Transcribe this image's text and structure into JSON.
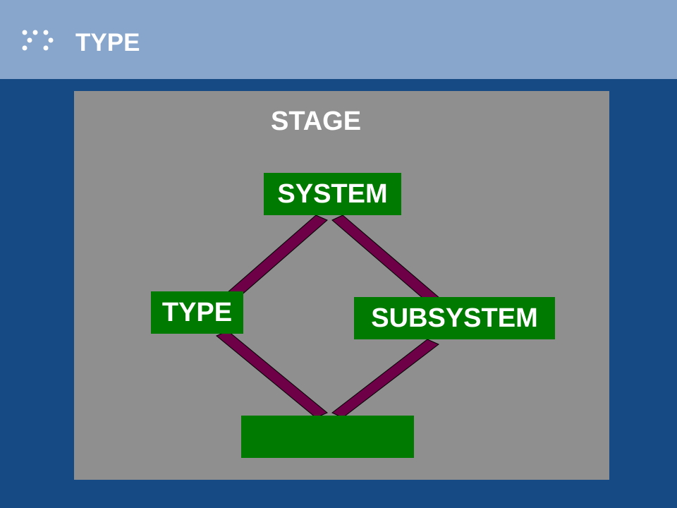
{
  "header": {
    "title": "TYPE",
    "icon": "dots-icon"
  },
  "diagram": {
    "stage_label": "STAGE",
    "nodes": {
      "system": "SYSTEM",
      "type": "TYPE",
      "subsystem": "SUBSYSTEM",
      "bottom": ""
    },
    "colors": {
      "header_bg": "#88a6cb",
      "page_bg": "#154a85",
      "panel_bg": "#8f8f8f",
      "node_bg": "#007a00",
      "connector": "#6e0047"
    }
  }
}
